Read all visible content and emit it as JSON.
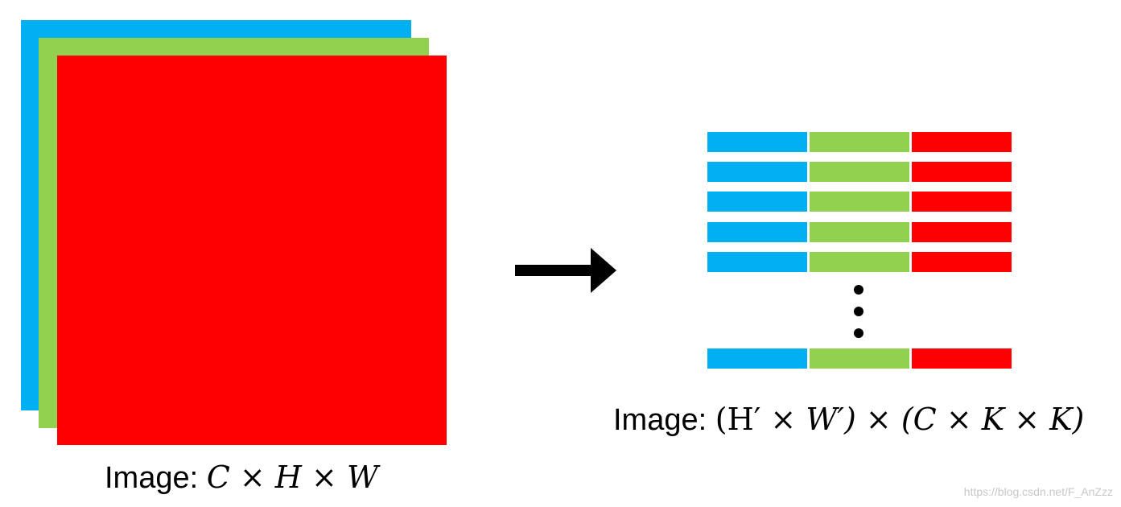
{
  "colors": {
    "channel_blue": "#00b0f0",
    "channel_green": "#92d050",
    "channel_red": "#ff0000",
    "arrow": "#000000",
    "text": "#000000"
  },
  "input_image": {
    "caption_prefix": "Image: ",
    "caption_math": "C × H × W"
  },
  "output_image": {
    "caption_prefix": "Image: ",
    "caption_math_open": "(",
    "caption_math_h": "H′",
    "caption_math_rest": " × W′) × (C × K × K)",
    "row_count_visible": 6
  },
  "arrow_icon": "right-arrow-icon",
  "ellipsis_icon": "vertical-ellipsis-icon",
  "watermark": "https://blog.csdn.net/F_AnZzz"
}
